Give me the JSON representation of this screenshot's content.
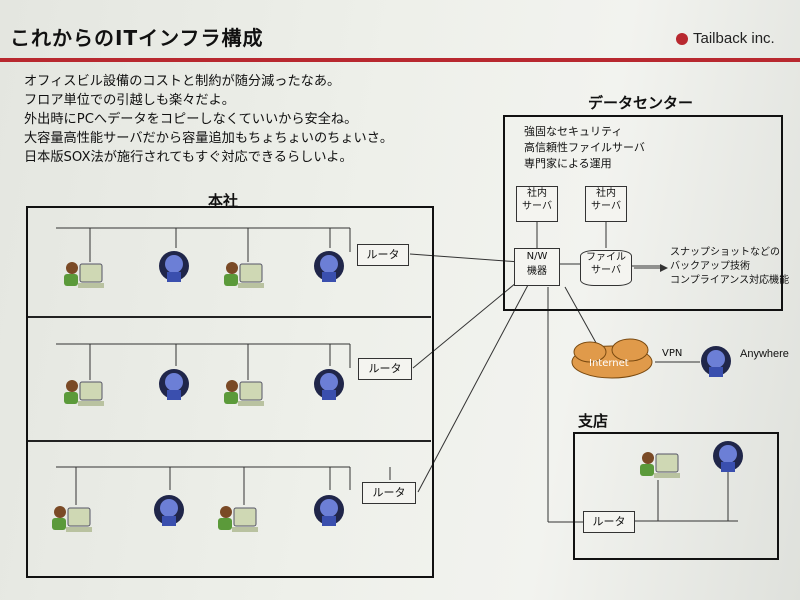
{
  "slide": {
    "title": "これからのITインフラ構成",
    "logo_text": "Tailback inc.",
    "accent_color": "#b8282f",
    "bullets": [
      "オフィスビル設備のコストと制約が随分減ったなあ。",
      "フロア単位での引越しも楽々だよ。",
      "外出時にPCへデータをコピーしなくていいから安全ね。",
      "大容量高性能サーバだから容量追加もちょちょいのちょいさ。",
      "日本版SOX法が施行されてもすぐ対応できるらしいよ。"
    ]
  },
  "hq": {
    "label": "本社",
    "router_label": "ルータ"
  },
  "datacenter": {
    "label": "データセンター",
    "features": [
      "強固なセキュリティ",
      "高信頼性ファイルサーバ",
      "専門家による運用"
    ],
    "server_label_1": "社内\nサーバ",
    "server_label_2": "社内\nサーバ",
    "nw_label": "N/W\n機器",
    "file_server_label": "ファイル\nサーバ",
    "backup_notes": [
      "スナップショットなどの",
      "バックアップ技術",
      "コンプライアンス対応機能"
    ]
  },
  "internet": {
    "cloud_label": "Internet",
    "vpn_label": "VPN",
    "remote_label": "Anywhere"
  },
  "branch": {
    "label": "支店",
    "router_label": "ルータ"
  }
}
